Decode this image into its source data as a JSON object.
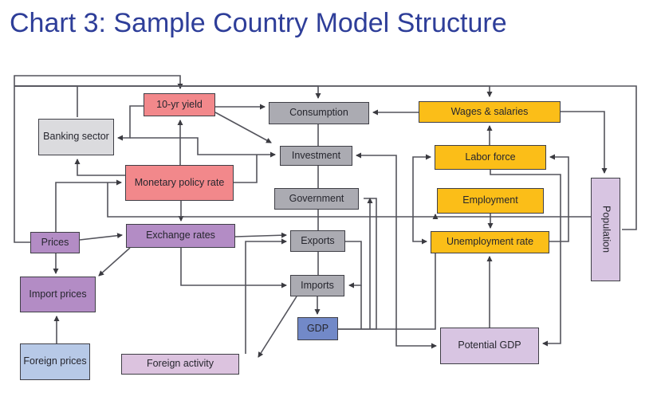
{
  "title": "Chart 3: Sample Country Model Structure",
  "colors": {
    "title_blue": "#2e3e99",
    "box_border": "#3f3f46",
    "line": "#54545c",
    "pink": "#F2888B",
    "gray": "#ABABB2",
    "lightgray": "#DBDBDE",
    "orange": "#FBBE18",
    "purple": "#B38CC5",
    "lavender": "#D8C5E2",
    "pinklavender": "#DCC3DF",
    "lightblue": "#B7C9E7",
    "midblue": "#7289C8"
  },
  "diagram": {
    "nodes": [
      {
        "id": "ten_yr_yield",
        "label": "10-yr yield",
        "color": "pink"
      },
      {
        "id": "banking_sector",
        "label": "Banking sector",
        "color": "lightgray"
      },
      {
        "id": "monetary_policy_rate",
        "label": "Monetary policy rate",
        "color": "pink"
      },
      {
        "id": "consumption",
        "label": "Consumption",
        "color": "gray"
      },
      {
        "id": "investment",
        "label": "Investment",
        "color": "gray"
      },
      {
        "id": "government",
        "label": "Government",
        "color": "gray"
      },
      {
        "id": "wages_salaries",
        "label": "Wages & salaries",
        "color": "orange"
      },
      {
        "id": "labor_force",
        "label": "Labor force",
        "color": "orange"
      },
      {
        "id": "employment",
        "label": "Employment",
        "color": "orange"
      },
      {
        "id": "unemployment_rate",
        "label": "Unemployment rate",
        "color": "orange"
      },
      {
        "id": "population",
        "label": "Population",
        "color": "lavender"
      },
      {
        "id": "prices",
        "label": "Prices",
        "color": "purple"
      },
      {
        "id": "exchange_rates",
        "label": "Exchange rates",
        "color": "purple"
      },
      {
        "id": "import_prices",
        "label": "Import prices",
        "color": "purple"
      },
      {
        "id": "foreign_prices",
        "label": "Foreign prices",
        "color": "lightblue"
      },
      {
        "id": "foreign_activity",
        "label": "Foreign activity",
        "color": "pinklavender"
      },
      {
        "id": "exports",
        "label": "Exports",
        "color": "gray"
      },
      {
        "id": "imports",
        "label": "Imports",
        "color": "gray"
      },
      {
        "id": "gdp",
        "label": "GDP",
        "color": "midblue"
      },
      {
        "id": "potential_gdp",
        "label": "Potential GDP",
        "color": "lavender"
      }
    ],
    "edges": [
      {
        "from": "prices",
        "to": "ten_yr_yield",
        "arrow": true
      },
      {
        "from": "prices",
        "to": "banking_sector",
        "arrow": false
      },
      {
        "from": "prices",
        "to": "consumption",
        "arrow": true
      },
      {
        "from": "prices",
        "to": "wages_salaries",
        "arrow": true
      },
      {
        "from": "prices",
        "to": "population",
        "arrow": false
      },
      {
        "from": "ten_yr_yield",
        "to": "banking_sector",
        "arrow": true
      },
      {
        "from": "ten_yr_yield",
        "to": "investment",
        "arrow": true
      },
      {
        "from": "ten_yr_yield",
        "to": "consumption",
        "arrow": true
      },
      {
        "from": "ten_yr_yield",
        "to": "investment",
        "arrow": true
      },
      {
        "from": "monetary_policy_rate",
        "to": "ten_yr_yield",
        "arrow": true
      },
      {
        "from": "monetary_policy_rate",
        "to": "banking_sector",
        "arrow": true
      },
      {
        "from": "monetary_policy_rate",
        "to": "investment",
        "arrow": false
      },
      {
        "from": "monetary_policy_rate",
        "to": "exchange_rates",
        "arrow": true
      },
      {
        "from": "prices",
        "to": "exchange_rates",
        "arrow": true
      },
      {
        "from": "prices",
        "to": "import_prices",
        "arrow": true
      },
      {
        "from": "exchange_rates",
        "to": "import_prices",
        "arrow": true
      },
      {
        "from": "foreign_prices",
        "to": "import_prices",
        "arrow": true
      },
      {
        "from": "exchange_rates",
        "to": "exports",
        "arrow": true
      },
      {
        "from": "exchange_rates",
        "to": "imports",
        "arrow": true
      },
      {
        "from": "foreign_activity",
        "to": "exports",
        "arrow": true
      },
      {
        "from": "imports",
        "to": "foreign_activity",
        "arrow": true
      },
      {
        "from": "consumption",
        "to": "investment",
        "arrow": false
      },
      {
        "from": "investment",
        "to": "government",
        "arrow": false
      },
      {
        "from": "government",
        "to": "exports",
        "arrow": false
      },
      {
        "from": "exports",
        "to": "imports",
        "arrow": false
      },
      {
        "from": "imports",
        "to": "gdp",
        "arrow": true
      },
      {
        "from": "exports",
        "to": "imports",
        "arrow": true
      },
      {
        "from": "gdp",
        "to": "government",
        "arrow": true
      },
      {
        "from": "gdp",
        "to": "imports",
        "arrow": false
      },
      {
        "from": "gdp",
        "to": "investment",
        "arrow": true
      },
      {
        "from": "gdp",
        "to": "potential_gdp",
        "arrow": true
      },
      {
        "from": "gdp",
        "to": "unemployment_rate",
        "arrow": false
      },
      {
        "from": "population",
        "to": "monetary_policy_rate",
        "arrow": false
      },
      {
        "from": "prices",
        "to": "monetary_policy_rate",
        "arrow": true
      },
      {
        "from": "population",
        "to": "labor_force",
        "arrow": true
      },
      {
        "from": "population",
        "to": "unemployment_rate",
        "arrow": true
      },
      {
        "from": "population",
        "to": "employment",
        "arrow": true
      },
      {
        "from": "employment",
        "to": "unemployment_rate",
        "arrow": true
      },
      {
        "from": "labor_force",
        "to": "wages_salaries",
        "arrow": true
      },
      {
        "from": "wages_salaries",
        "to": "consumption",
        "arrow": true
      },
      {
        "from": "wages_salaries",
        "to": "population",
        "arrow": true
      },
      {
        "from": "labor_force",
        "to": "potential_gdp",
        "arrow": true
      },
      {
        "from": "unemployment_rate",
        "to": "labor_force",
        "arrow": true
      },
      {
        "from": "potential_gdp",
        "to": "unemployment_rate",
        "arrow": true
      }
    ]
  }
}
